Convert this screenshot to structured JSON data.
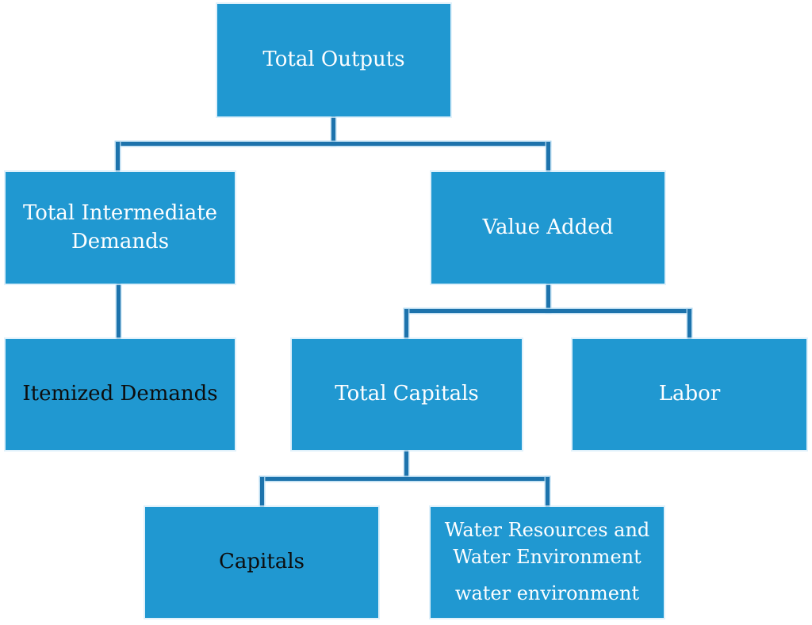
{
  "diagram": {
    "type": "flowchart",
    "colors": {
      "box_fill": "#2098d1",
      "connector": "#1d73ac",
      "text_light": "#fdfeff",
      "text_dark": "#0d0d0d"
    },
    "nodes": {
      "total_outputs": {
        "label": "Total Outputs"
      },
      "total_intermediate_demands": {
        "label": "Total Intermediate Demands"
      },
      "value_added": {
        "label": "Value Added"
      },
      "itemized_demands": {
        "label": "Itemized Demands"
      },
      "total_capitals": {
        "label": "Total Capitals"
      },
      "labor": {
        "label": "Labor"
      },
      "capitals": {
        "label": "Capitals"
      },
      "water_resources_and_water_environment": {
        "label": "Water Resources and Water Environment",
        "sublabel": "water environment"
      }
    },
    "edges": [
      {
        "from": "total_outputs",
        "to": "total_intermediate_demands"
      },
      {
        "from": "total_outputs",
        "to": "value_added"
      },
      {
        "from": "total_intermediate_demands",
        "to": "itemized_demands"
      },
      {
        "from": "value_added",
        "to": "total_capitals"
      },
      {
        "from": "value_added",
        "to": "labor"
      },
      {
        "from": "total_capitals",
        "to": "capitals"
      },
      {
        "from": "total_capitals",
        "to": "water_resources_and_water_environment"
      }
    ]
  }
}
